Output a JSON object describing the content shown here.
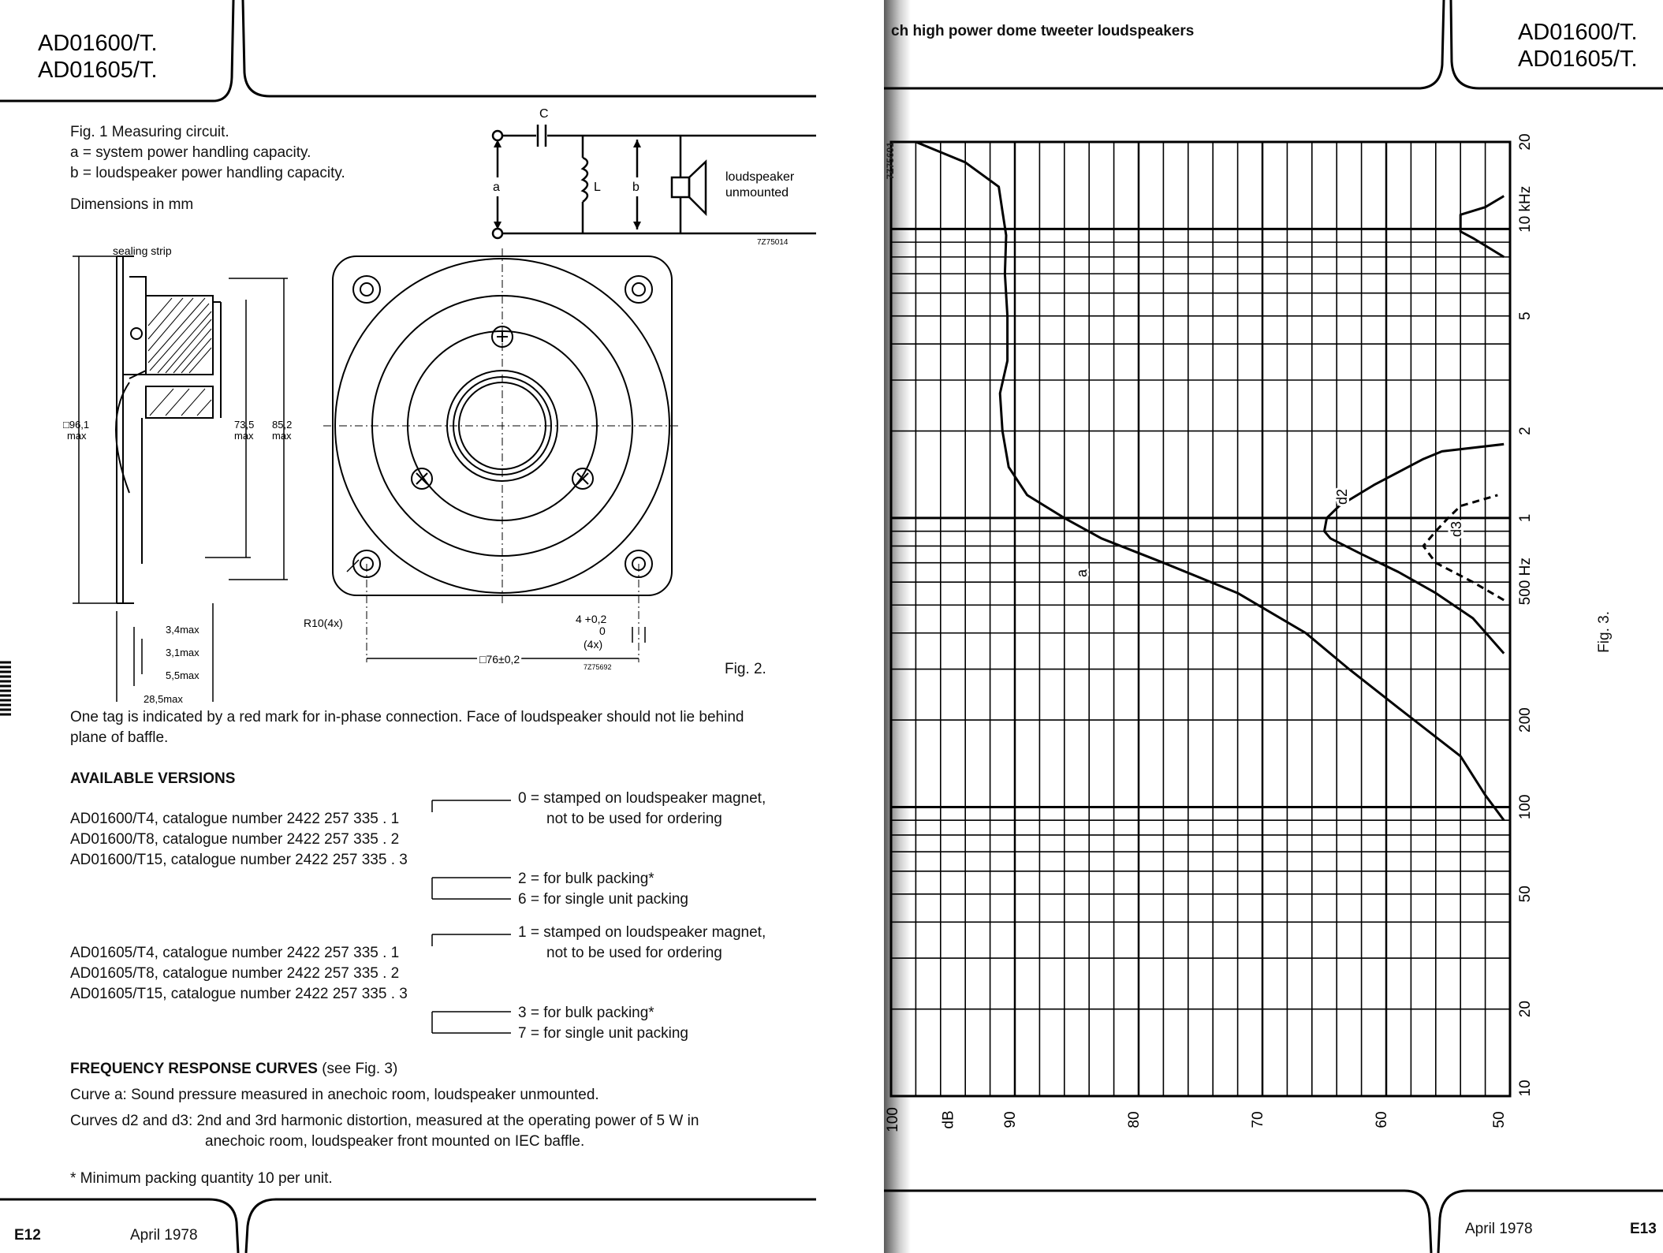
{
  "left_page": {
    "model_title": [
      "AD01600/T.",
      "AD01605/T."
    ],
    "fig1": {
      "caption_lines": [
        "Fig. 1  Measuring circuit.",
        "a = system power handling capacity.",
        "b = loudspeaker power handling capacity."
      ],
      "dimensions": "Dimensions in mm",
      "labels": {
        "c": "C",
        "a": "a",
        "l": "L",
        "b": "b",
        "speaker": [
          "loudspeaker",
          "unmounted"
        ],
        "code": "7Z75014"
      }
    },
    "fig2": {
      "sealing_strip": "sealing strip",
      "dim_96": [
        "□96,1",
        "max"
      ],
      "dim_73": [
        "73,5",
        "max"
      ],
      "dim_85": [
        "85,2",
        "max"
      ],
      "dim_34": "3,4max",
      "dim_31": "3,1max",
      "dim_55": "5,5max",
      "dim_285": "28,5max",
      "r10": "R10(4x)",
      "hole": [
        "4 +0,2",
        "0",
        "(4x)"
      ],
      "dim_76": "□76±0,2",
      "code": "7Z75692",
      "label": "Fig. 2."
    },
    "tag_note": [
      "One tag is indicated by a red mark for in-phase connection. Face of loudspeaker should not lie behind",
      "plane of baffle."
    ],
    "available_versions": {
      "heading": "AVAILABLE VERSIONS",
      "group1": [
        "AD01600/T4,   catalogue number 2422 257 335 . 1",
        "AD01600/T8,   catalogue number 2422 257 335 . 2",
        "AD01600/T15, catalogue number 2422 257 335 . 3"
      ],
      "group1_notes": [
        "0 = stamped on loudspeaker magnet,",
        "not to be used for ordering",
        "2 = for bulk packing*",
        "6 = for single unit packing"
      ],
      "group2": [
        "AD01605/T4,   catalogue number 2422 257 335 . 1",
        "AD01605/T8,   catalogue number 2422 257 335 . 2",
        "AD01605/T15, catalogue number 2422 257 335 . 3"
      ],
      "group2_notes": [
        "1 = stamped on loudspeaker magnet,",
        "not to be used for ordering",
        "3 = for bulk packing*",
        "7 = for single unit packing"
      ]
    },
    "freq_response": {
      "heading": "FREQUENCY RESPONSE CURVES",
      "heading_suffix": "(see Fig. 3)",
      "curve_a": "Curve a: Sound pressure measured in anechoic room, loudspeaker unmounted.",
      "curves_d": [
        "Curves d2 and d3: 2nd and 3rd harmonic distortion, measured at the operating power of 5 W in",
        "anechoic room, loudspeaker front mounted on IEC baffle."
      ]
    },
    "footnote": "* Minimum packing quantity 10 per unit.",
    "footer": {
      "page": "E12",
      "date": "April 1978"
    }
  },
  "right_page": {
    "header_text": "ch high power dome tweeter loudspeakers",
    "model_title": [
      "AD01600/T.",
      "AD01605/T."
    ],
    "chart_code": "7Z75691",
    "fig_label": "Fig. 3.",
    "footer": {
      "page": "E13",
      "date": "April 1978"
    }
  },
  "chart_data": {
    "type": "line",
    "title": "",
    "xlabel": "Hz",
    "ylabel": "dB",
    "x_scale": "log",
    "xlim": [
      10,
      20000
    ],
    "ylim": [
      50,
      100
    ],
    "x_tick_labels": [
      "10",
      "20",
      "50",
      "100",
      "200",
      "500 Hz",
      "1",
      "2",
      "5",
      "10 kHz",
      "20"
    ],
    "y_tick_labels": [
      "100",
      "dB",
      "90",
      "80",
      "70",
      "60",
      "50"
    ],
    "grid": true,
    "series": [
      {
        "name": "a",
        "points": [
          [
            90,
            50.5
          ],
          [
            110,
            52
          ],
          [
            150,
            54
          ],
          [
            220,
            59
          ],
          [
            300,
            63
          ],
          [
            400,
            66.5
          ],
          [
            550,
            72
          ],
          [
            700,
            78
          ],
          [
            850,
            83
          ],
          [
            1000,
            86
          ],
          [
            1200,
            89
          ],
          [
            1500,
            90.5
          ],
          [
            2000,
            91
          ],
          [
            2700,
            91.2
          ],
          [
            3500,
            90.6
          ],
          [
            5000,
            90.6
          ],
          [
            7000,
            90.8
          ],
          [
            9500,
            90.7
          ],
          [
            11500,
            91
          ],
          [
            14000,
            91.3
          ],
          [
            17000,
            94
          ],
          [
            20000,
            98
          ]
        ]
      },
      {
        "name": "d2",
        "points": [
          [
            340,
            50.5
          ],
          [
            450,
            53
          ],
          [
            550,
            56
          ],
          [
            650,
            59
          ],
          [
            750,
            62
          ],
          [
            850,
            64.5
          ],
          [
            900,
            65
          ],
          [
            1000,
            64.8
          ],
          [
            1100,
            63.8
          ],
          [
            1300,
            61
          ],
          [
            1600,
            57
          ],
          [
            1700,
            55.5
          ],
          [
            1800,
            50.5
          ]
        ]
      },
      {
        "name": "d3",
        "points": [
          [
            520,
            50.5
          ],
          [
            600,
            53
          ],
          [
            700,
            56
          ],
          [
            800,
            57
          ],
          [
            900,
            56
          ],
          [
            1000,
            55
          ],
          [
            1100,
            54
          ],
          [
            1200,
            51
          ]
        ]
      },
      {
        "name": "",
        "points": [
          [
            8000,
            50.5
          ],
          [
            9300,
            53
          ],
          [
            9800,
            54
          ],
          [
            10500,
            54
          ],
          [
            11200,
            54
          ],
          [
            11900,
            52
          ],
          [
            13000,
            50.5
          ]
        ]
      }
    ]
  }
}
